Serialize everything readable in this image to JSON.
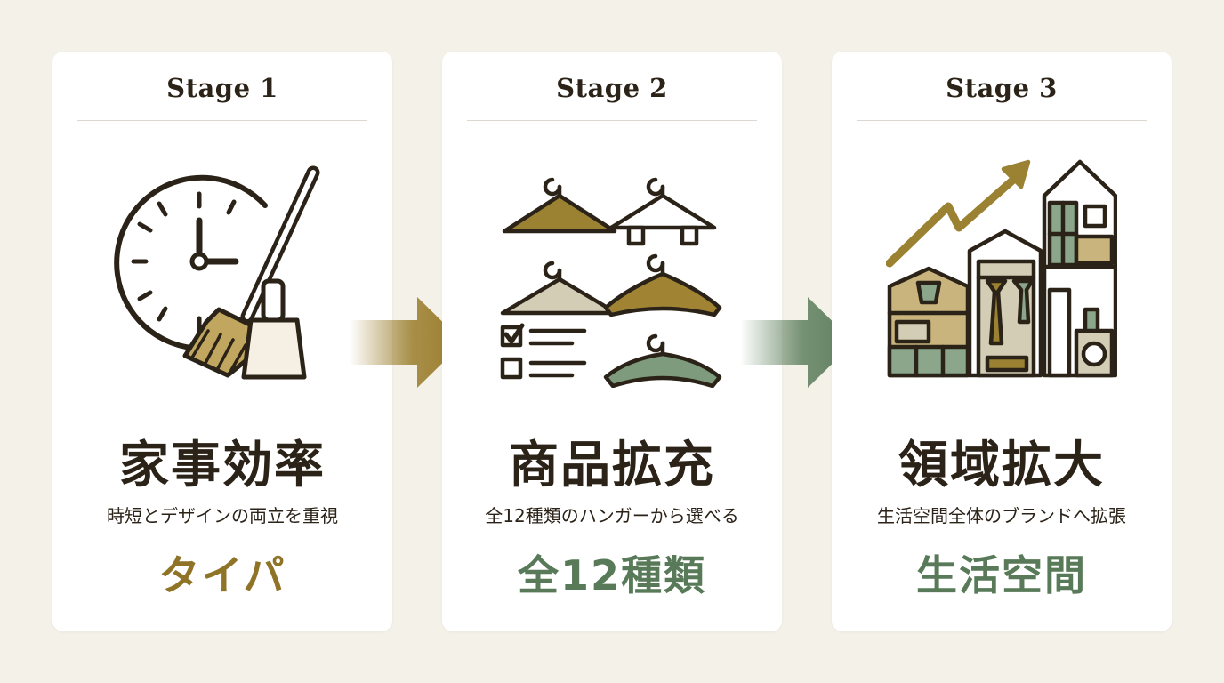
{
  "stages": [
    {
      "label": "Stage 1",
      "title": "家事効率",
      "subtitle": "時短とデザインの両立を重視",
      "keyword": "タイパ",
      "icon": "clock-broom-dustpan-icon",
      "keyword_color": "#8f7428"
    },
    {
      "label": "Stage 2",
      "title": "商品拡充",
      "subtitle": "全12種類のハンガーから選べる",
      "keyword": "全12種類",
      "icon": "hangers-checklist-icon",
      "keyword_color": "#587a58"
    },
    {
      "label": "Stage 3",
      "title": "領域拡大",
      "subtitle": "生活空間全体のブランドへ拡張",
      "keyword": "生活空間",
      "icon": "rising-arrow-house-icon",
      "keyword_color": "#587a58"
    }
  ],
  "colors": {
    "background": "#f4f1e8",
    "card": "#ffffff",
    "text_dark": "#2b2218",
    "gold": "#8f7428",
    "green": "#587a58",
    "tan": "#c9b47e",
    "sage": "#8ba68a"
  }
}
